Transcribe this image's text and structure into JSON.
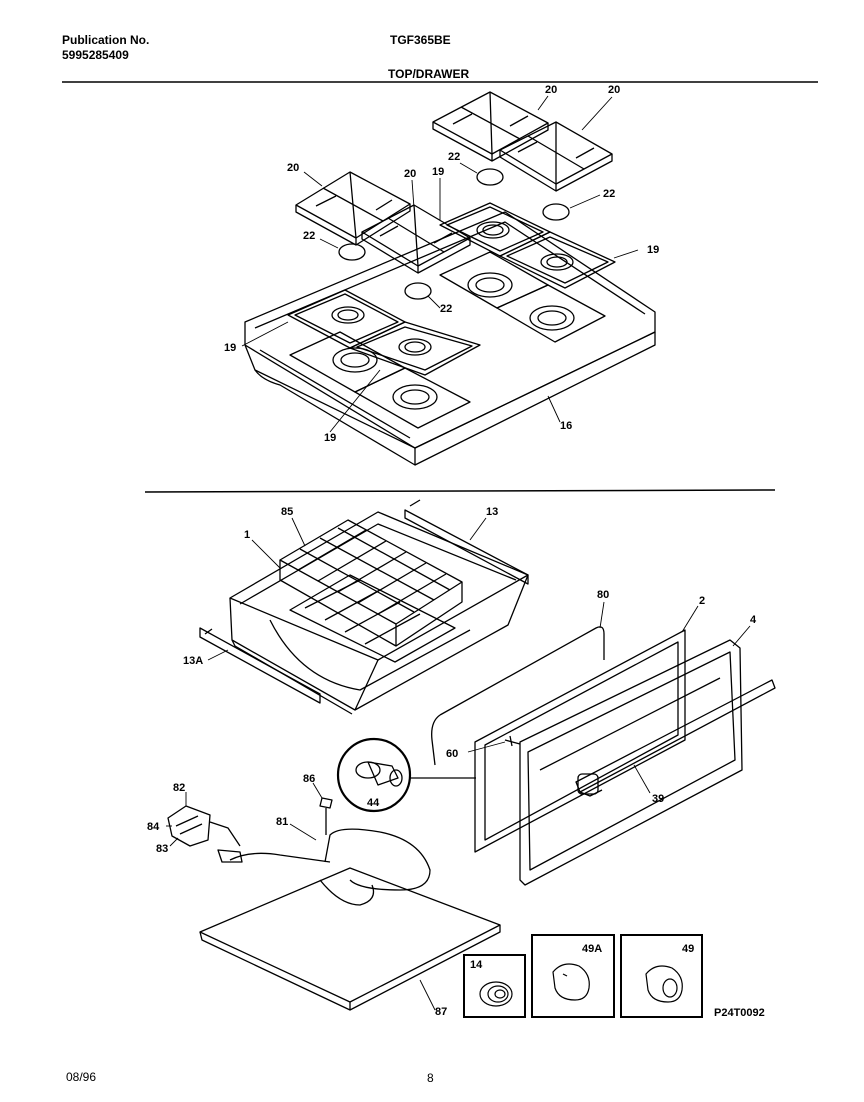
{
  "header": {
    "publication_label": "Publication No.",
    "publication_number": "5995285409",
    "model": "TGF365BE",
    "section_title": "TOP/DRAWER"
  },
  "footer": {
    "date": "08/96",
    "page": "8"
  },
  "figure_code": "P24T0092",
  "top_callouts": {
    "c20a": "20",
    "c20b": "20",
    "c20c": "20",
    "c20d": "20",
    "c22a": "22",
    "c22b": "22",
    "c22c": "22",
    "c22d": "22",
    "c19a": "19",
    "c19b": "19",
    "c19c": "19",
    "c19d": "19",
    "c16": "16"
  },
  "drawer_callouts": {
    "c85": "85",
    "c1": "1",
    "c13": "13",
    "c13a": "13A",
    "c80": "80",
    "c2": "2",
    "c4": "4",
    "c60": "60",
    "c44": "44",
    "c39": "39",
    "c86": "86",
    "c82": "82",
    "c84": "84",
    "c83": "83",
    "c81": "81",
    "c87": "87"
  },
  "knob_insets": {
    "i14": "14",
    "i49a": "49A",
    "i49": "49"
  }
}
